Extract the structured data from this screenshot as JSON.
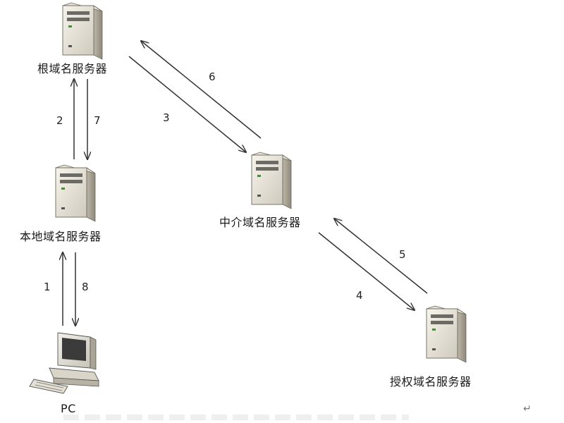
{
  "nodes": {
    "root_server": {
      "label": "根域名服务器",
      "icon": "server-icon"
    },
    "local_server": {
      "label": "本地域名服务器",
      "icon": "server-icon"
    },
    "intermediate_server": {
      "label": "中介域名服务器",
      "icon": "server-icon"
    },
    "authoritative_server": {
      "label": "授权域名服务器",
      "icon": "server-icon"
    },
    "pc": {
      "label": "PC",
      "icon": "computer-icon"
    }
  },
  "steps": [
    "1",
    "2",
    "3",
    "4",
    "5",
    "6",
    "7",
    "8"
  ],
  "footer": {
    "return_symbol": "↵"
  }
}
